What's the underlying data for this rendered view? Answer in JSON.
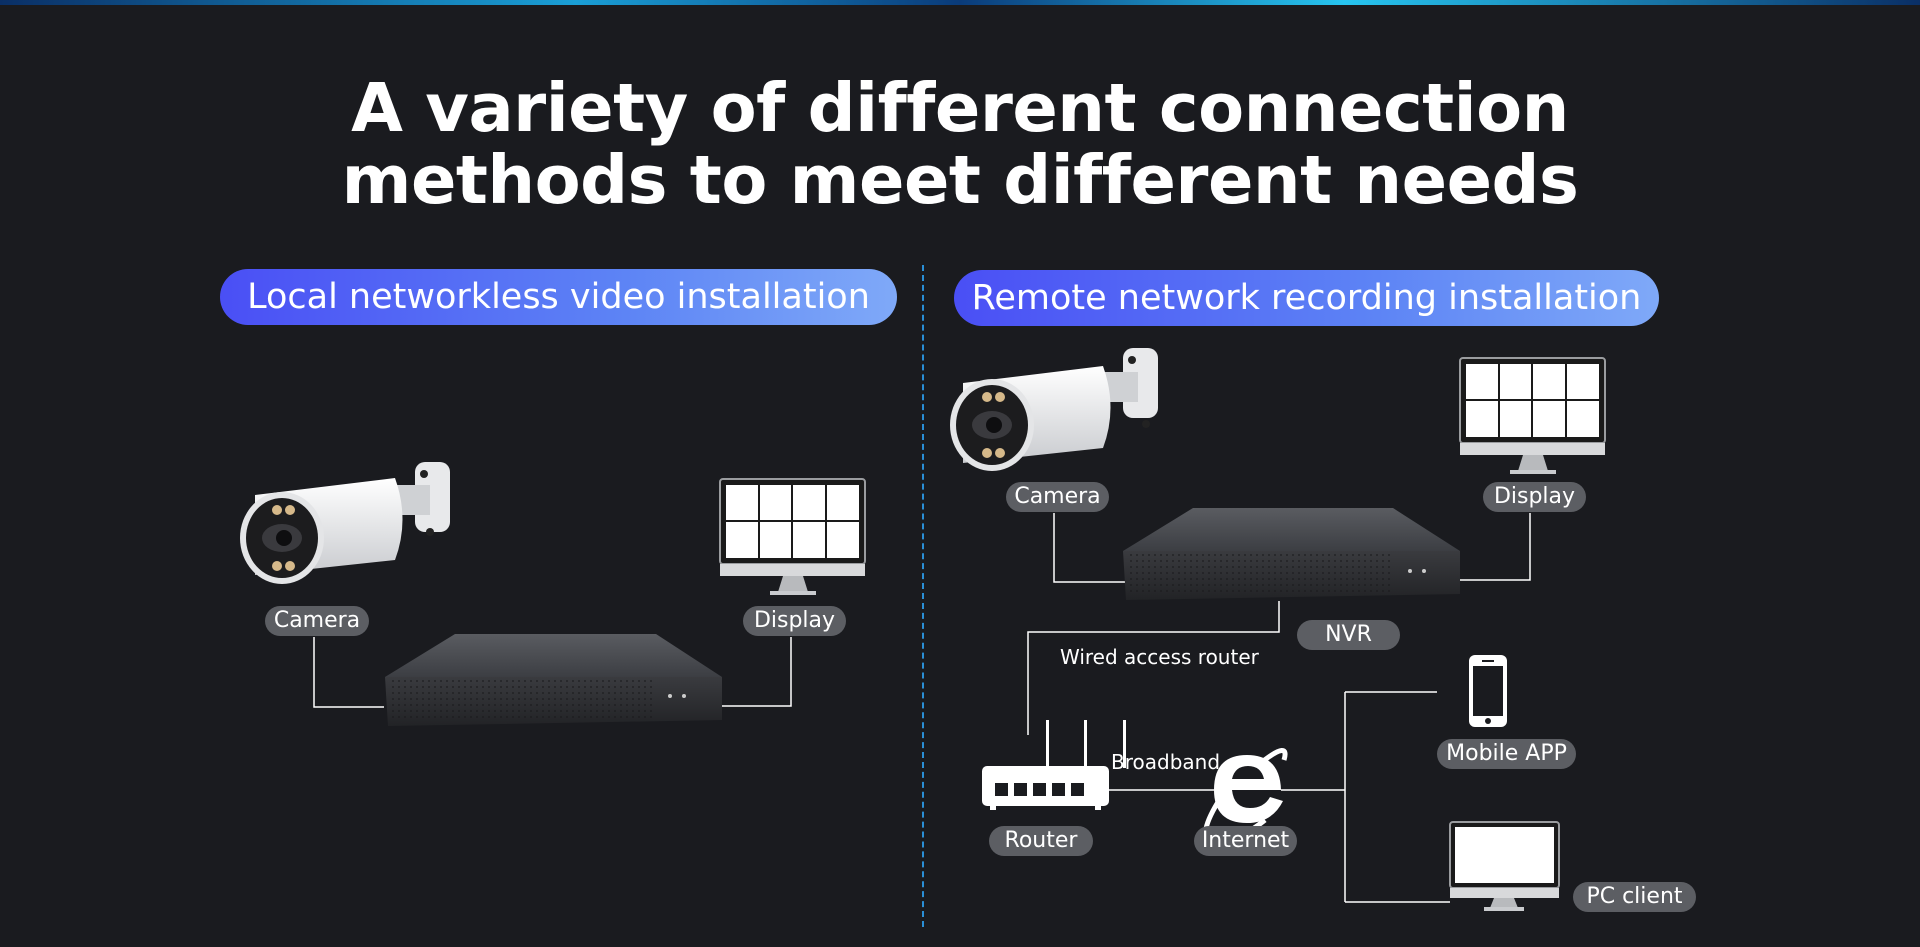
{
  "title": {
    "line1": "A variety of different connection",
    "line2": "methods to meet different needs"
  },
  "left_panel": {
    "heading": "Local networkless video installation",
    "nodes": {
      "camera": "Camera",
      "display": "Display"
    }
  },
  "right_panel": {
    "heading": "Remote network recording installation",
    "nodes": {
      "camera": "Camera",
      "display": "Display",
      "nvr": "NVR",
      "router": "Router",
      "internet": "Internet",
      "mobile": "Mobile APP",
      "pc": "PC client"
    },
    "links": {
      "wired": "Wired access router",
      "broadband": "Broadband"
    }
  },
  "colors": {
    "background": "#1a1b1f",
    "pill_start": "#4a4ff5",
    "pill_end": "#7fa9f8",
    "tag": "#5c5e63",
    "divider": "#2a8fd6"
  },
  "icons": [
    "bullet-camera-icon",
    "monitor-icon",
    "nvr-recorder-icon",
    "router-icon",
    "internet-explorer-icon",
    "smartphone-icon",
    "pc-monitor-icon"
  ]
}
